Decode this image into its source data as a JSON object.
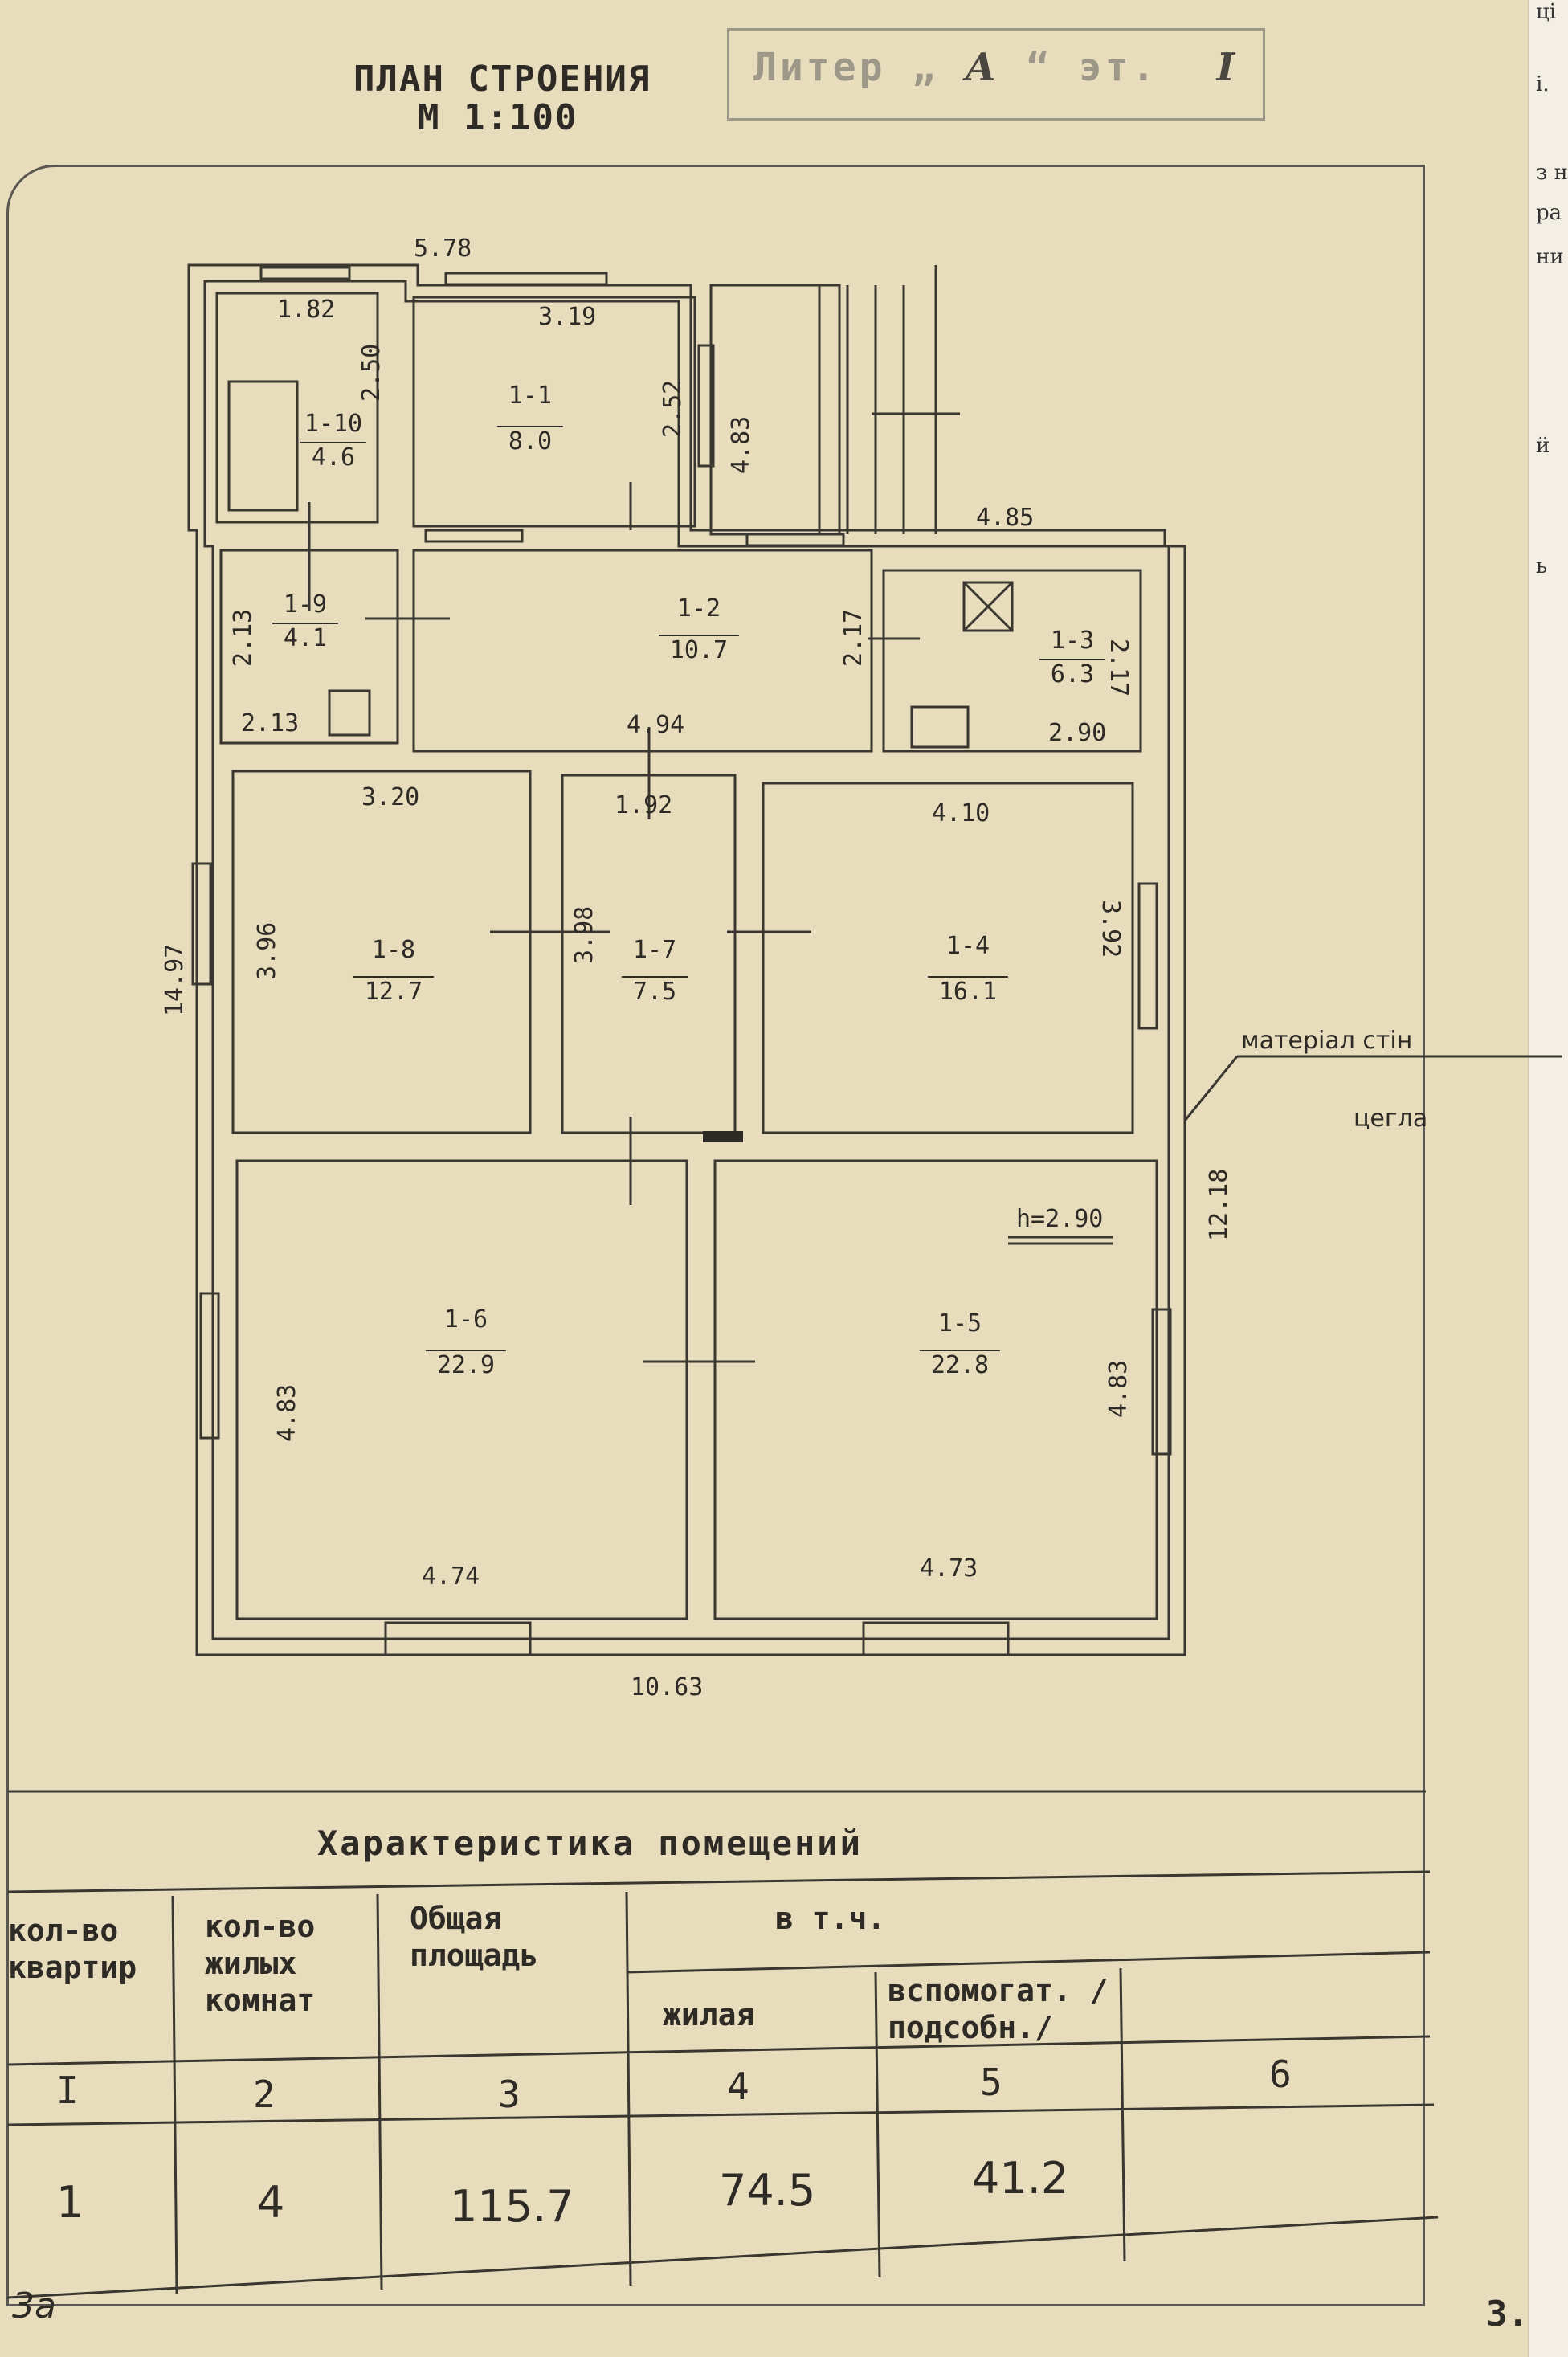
{
  "header": {
    "title_line1": "ПЛАН СТРОЕНИЯ",
    "title_line2": "М 1:100",
    "stamp_label": "Литер „",
    "stamp_letter": "А",
    "stamp_quote": "“",
    "stamp_floor_label": "эт.",
    "stamp_floor_value": "I"
  },
  "plan": {
    "overall": {
      "top_width": "5.78",
      "right_upper_width": "4.85",
      "total_width": "10.63",
      "left_depth": "14.97",
      "right_depth": "12.18"
    },
    "rooms": [
      {
        "id": "1-10",
        "area": "4.6",
        "dims": [
          "1.82",
          "2.50"
        ]
      },
      {
        "id": "1-1",
        "area": "8.0",
        "dims": [
          "3.19",
          "2.52"
        ]
      },
      {
        "id": "1-9",
        "area": "4.1",
        "dims": [
          "2.13",
          "2.13"
        ]
      },
      {
        "id": "1-2",
        "area": "10.7",
        "dims": [
          "4.94",
          "2.17"
        ]
      },
      {
        "id": "1-3",
        "area": "6.3",
        "dims": [
          "2.90",
          "2.17"
        ]
      },
      {
        "id": "1-8",
        "area": "12.7",
        "dims": [
          "3.20",
          "3.96"
        ]
      },
      {
        "id": "1-7",
        "area": "7.5",
        "dims": [
          "1.92",
          "3.98"
        ]
      },
      {
        "id": "1-4",
        "area": "16.1",
        "dims": [
          "4.10",
          "3.92"
        ]
      },
      {
        "id": "1-6",
        "area": "22.9",
        "dims": [
          "4.74",
          "4.83"
        ]
      },
      {
        "id": "1-5",
        "area": "22.8",
        "dims": [
          "4.73",
          "4.83"
        ]
      }
    ],
    "porch_dim": "4.83",
    "ceiling_height": "h=2.90",
    "wall_material_label": "матеріал стін",
    "wall_material_value": "цегла"
  },
  "table": {
    "title": "Характеристика помещений",
    "headers": {
      "apartments": "кол-во квартир",
      "living_rooms": "кол-во жилых комнат",
      "total_area": "Общая площадь",
      "incl": "в т.ч.",
      "living": "жилая",
      "auxiliary": "вспомогат. /подсобн./"
    },
    "column_numbers": [
      "I",
      "2",
      "3",
      "4",
      "5",
      "6"
    ],
    "row": {
      "apartments": "1",
      "living_rooms": "4",
      "total_area": "115.7",
      "living": "74.5",
      "auxiliary": "41.2"
    }
  },
  "footer": {
    "left": "3а",
    "right": "3."
  },
  "neighbor_page": {
    "fragments": [
      "ці",
      "i.",
      "з н",
      "ра",
      "ни",
      "й",
      "ь"
    ]
  }
}
